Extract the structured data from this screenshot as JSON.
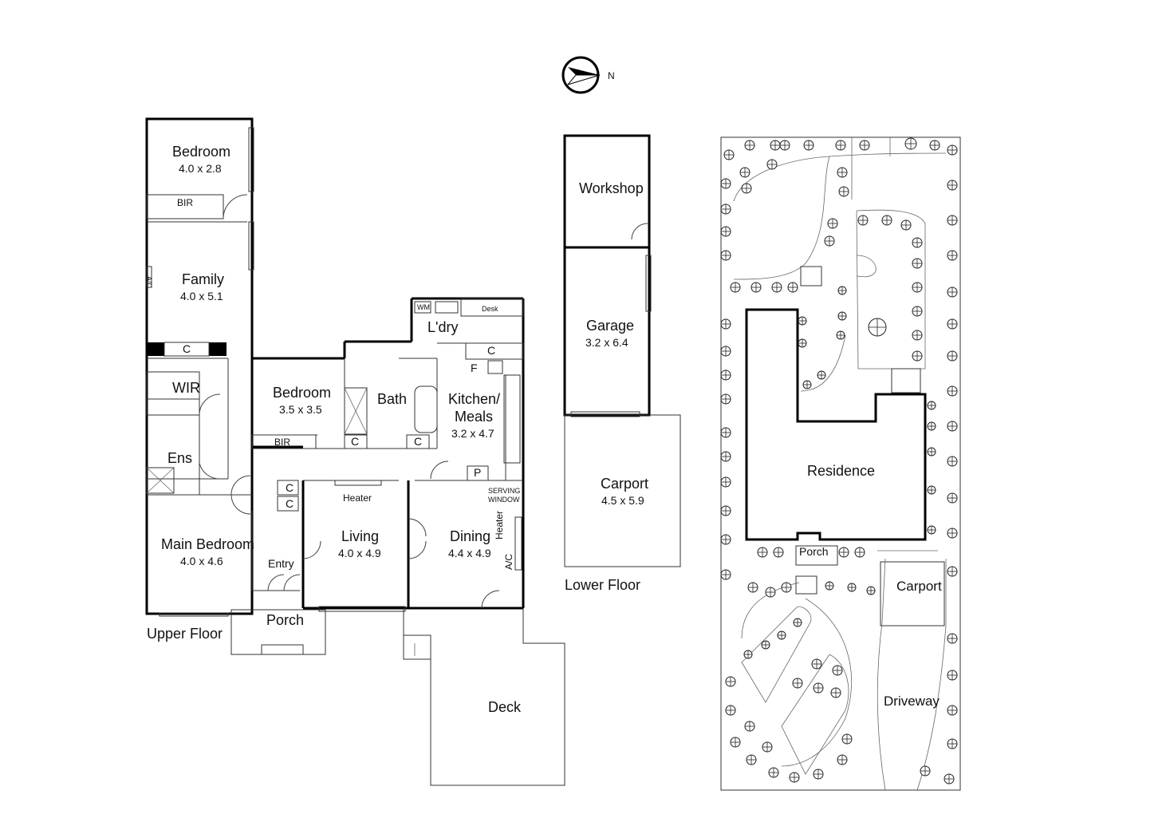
{
  "compass": {
    "north_label": "N"
  },
  "upper_floor": {
    "title": "Upper Floor",
    "rooms": [
      {
        "name": "Bedroom",
        "dims": "4.0 x 2.8"
      },
      {
        "name": "Family",
        "dims": "4.0 x 5.1"
      },
      {
        "name": "Bedroom",
        "dims": "3.5 x 3.5"
      },
      {
        "name": "Kitchen/",
        "name2": "Meals",
        "dims": "3.2 x 4.7"
      },
      {
        "name": "Main Bedroom",
        "dims": "4.0 x 4.6"
      },
      {
        "name": "Living",
        "dims": "4.0 x 4.9"
      },
      {
        "name": "Dining",
        "dims": "4.4 x 4.9"
      }
    ],
    "labels": {
      "bir_top": "BIR",
      "bir_bed2": "BIR",
      "ac_family": "A/C",
      "cupboard": "C",
      "wir": "WIR",
      "ens": "Ens",
      "bath": "Bath",
      "laundry": "L'dry",
      "wm": "WM",
      "desk": "Desk",
      "fridge": "F",
      "pantry": "P",
      "serving_window_1": "SERVING",
      "serving_window_2": "WINDOW",
      "heater_living": "Heater",
      "heater_dining": "Heater",
      "ac_dining": "A/C",
      "entry": "Entry",
      "porch": "Porch",
      "deck": "Deck"
    }
  },
  "lower_floor": {
    "title": "Lower Floor",
    "workshop": "Workshop",
    "garage": {
      "name": "Garage",
      "dims": "3.2 x 6.4"
    },
    "carport": {
      "name": "Carport",
      "dims": "4.5 x 5.9"
    }
  },
  "site_plan": {
    "residence": "Residence",
    "porch": "Porch",
    "carport": "Carport",
    "driveway": "Driveway"
  }
}
